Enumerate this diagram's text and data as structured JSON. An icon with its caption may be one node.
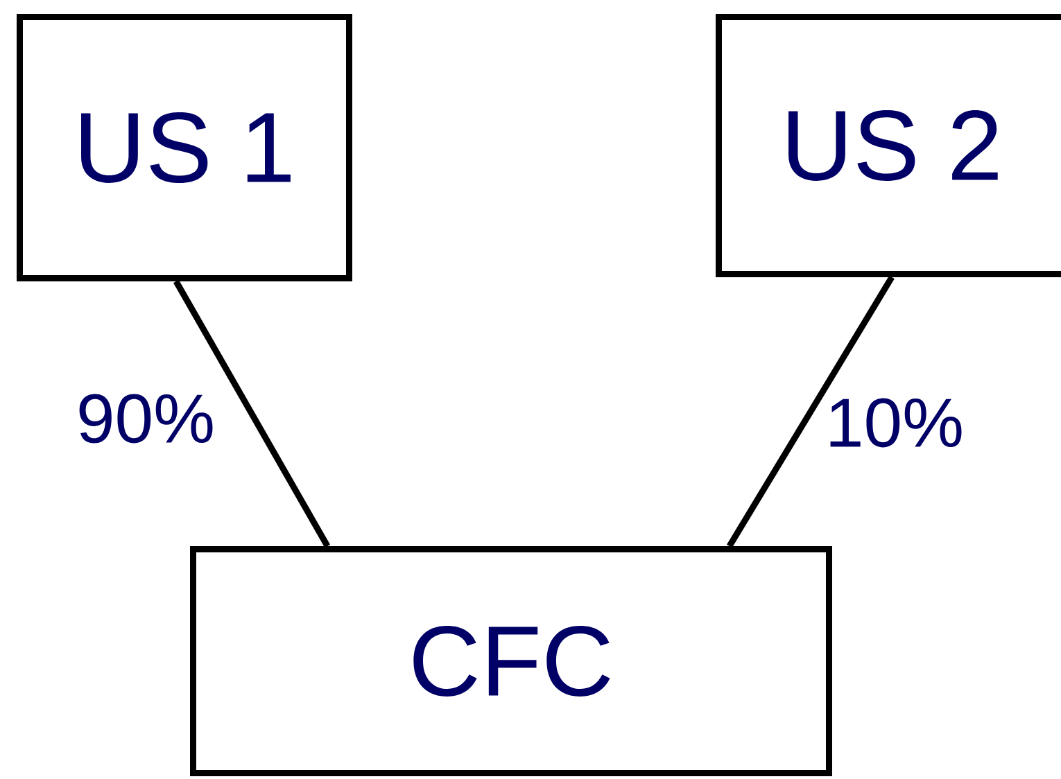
{
  "diagram": {
    "nodes": [
      {
        "text": [
          "US 1"
        ]
      },
      {
        "text": [
          "US 2"
        ]
      },
      {
        "text": [
          "CFC"
        ]
      }
    ],
    "edges": [
      {
        "from": 0,
        "to": 2,
        "arrow": "none",
        "label": "90%"
      },
      {
        "from": 1,
        "to": 2,
        "arrow": "none",
        "label": "10%"
      }
    ]
  }
}
